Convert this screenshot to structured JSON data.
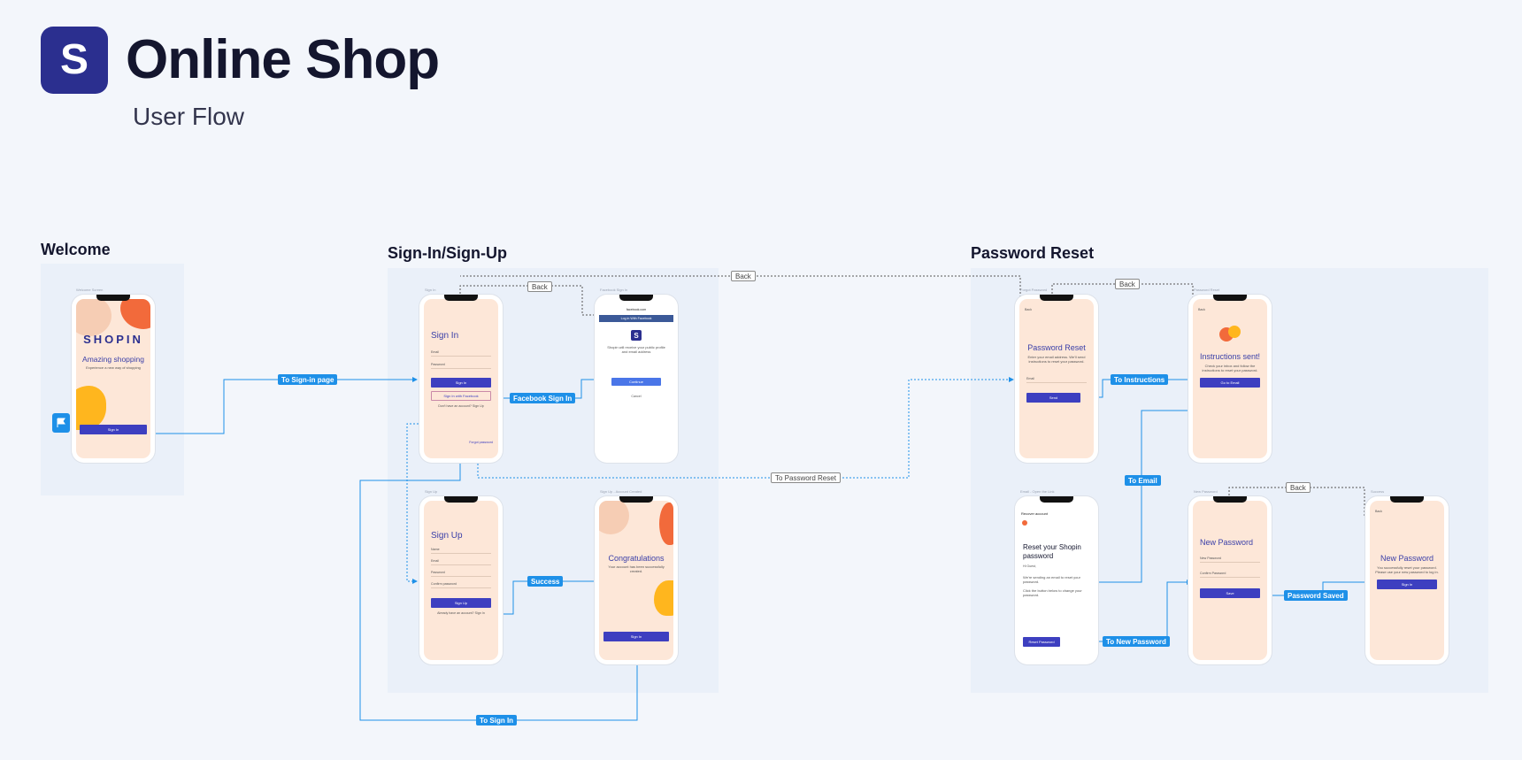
{
  "header": {
    "logo_letter": "S",
    "title": "Online Shop",
    "subtitle": "User Flow"
  },
  "sections": {
    "welcome": "Welcome",
    "signin": "Sign-In/Sign-Up",
    "password_reset": "Password Reset"
  },
  "screens": {
    "welcome": {
      "label": "Welcome Screen",
      "brand": "SHOPIN",
      "heading": "Amazing shopping",
      "body": "Experience a new way of shopping",
      "button": "Sign In"
    },
    "signin": {
      "label": "Sign In",
      "title": "Sign In",
      "email": "Email",
      "password": "Password",
      "button": "Sign In",
      "facebook": "Sign In with Facebook",
      "no_account": "Don't have an account? Sign Up",
      "forgot": "Forgot password"
    },
    "facebook": {
      "label": "Facebook Sign In",
      "url": "facebook.com",
      "bar": "Log in With Facebook",
      "logo": "S",
      "text": "Shopin will receive your public profile and email address",
      "button": "Continue",
      "cancel": "Cancel"
    },
    "signup": {
      "label": "Sign Up",
      "title": "Sign Up",
      "name": "Name",
      "email": "Email",
      "password": "Password",
      "confirm": "Confirm password",
      "button": "Sign Up",
      "have_account": "Already have an account? Sign In"
    },
    "success": {
      "label": "Sign Up - Account Created",
      "title": "Congratulations",
      "body": "Your account has been successfully created.",
      "button": "Sign In"
    },
    "forgot": {
      "label": "Forgot Password",
      "back": "Back",
      "title": "Password Reset",
      "body": "Enter your email address. We'll send instructions to reset your password.",
      "email": "Email",
      "button": "Send"
    },
    "instructions": {
      "label": "Password Reset",
      "back": "Back",
      "title": "Instructions sent!",
      "body": "Check your inbox and follow the instructions to reset your password.",
      "button": "Go to Email"
    },
    "email": {
      "label": "Email - Open the Link",
      "subject": "Recover account",
      "title": "Reset your Shopin password",
      "greeting": "Hi Guest,",
      "line1": "We're sending an email to reset your password.",
      "line2": "Click the button below to change your password.",
      "button": "Reset Password"
    },
    "newpass": {
      "label": "New Password",
      "title": "New Password",
      "field1": "New Password",
      "field2": "Confirm Password",
      "button": "Save"
    },
    "saved": {
      "label": "Success",
      "back": "Back",
      "title": "New Password",
      "body": "You successfully reset your password. Please use your new password to log in.",
      "button": "Sign In"
    }
  },
  "connectors": {
    "to_signin_page": "To Sign-in page",
    "facebook_signin": "Facebook Sign In",
    "success": "Success",
    "to_signin": "To Sign In",
    "to_password_reset": "To Password Reset",
    "to_instructions": "To Instructions",
    "to_email": "To Email",
    "to_new_password": "To New Password",
    "password_saved": "Password Saved",
    "back_1": "Back",
    "back_2": "Back",
    "back_3": "Back",
    "back_4": "Back"
  },
  "colors": {
    "accent": "#3d3fc0",
    "brand": "#2b2f8f",
    "connector": "#1e90e8",
    "screen_bg": "#fde7d8",
    "blob_orange": "#f26a3b",
    "blob_yellow": "#ffb61e"
  }
}
